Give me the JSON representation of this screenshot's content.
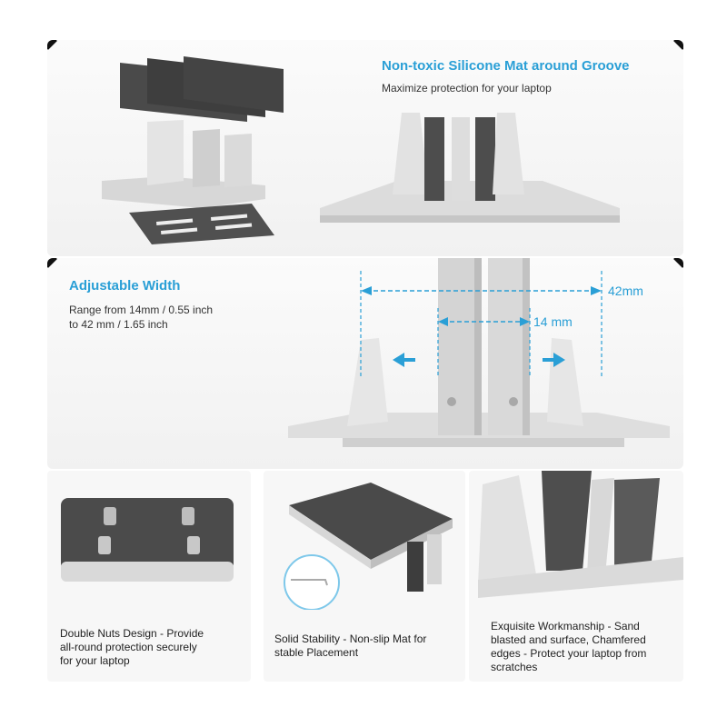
{
  "top": {
    "title": "Non-toxic Silicone Mat around Groove",
    "subtitle": "Maximize protection for your laptop"
  },
  "middle": {
    "title": "Adjustable Width",
    "range_line1": "Range from 14mm / 0.55 inch",
    "range_line2": "to 42 mm / 1.65 inch",
    "label_outer": "42mm",
    "label_inner": "14 mm"
  },
  "bottom": {
    "card1": {
      "line1": "Double Nuts Design - Provide",
      "line2": "all-round protection securely",
      "line3": "for your laptop"
    },
    "card2": {
      "line1": "Solid Stability - Non-slip Mat for",
      "line2": "stable Placement"
    },
    "card3": {
      "line1": "Exquisite Workmanship - Sand",
      "line2": "blasted and surface, Chamfered",
      "line3": "edges - Protect your laptop from",
      "line4": "scratches"
    }
  },
  "colors": {
    "accent_blue": "#2a9fd6",
    "aluminum": "#d8d8d8",
    "dark_pad": "#4a4a4a"
  }
}
